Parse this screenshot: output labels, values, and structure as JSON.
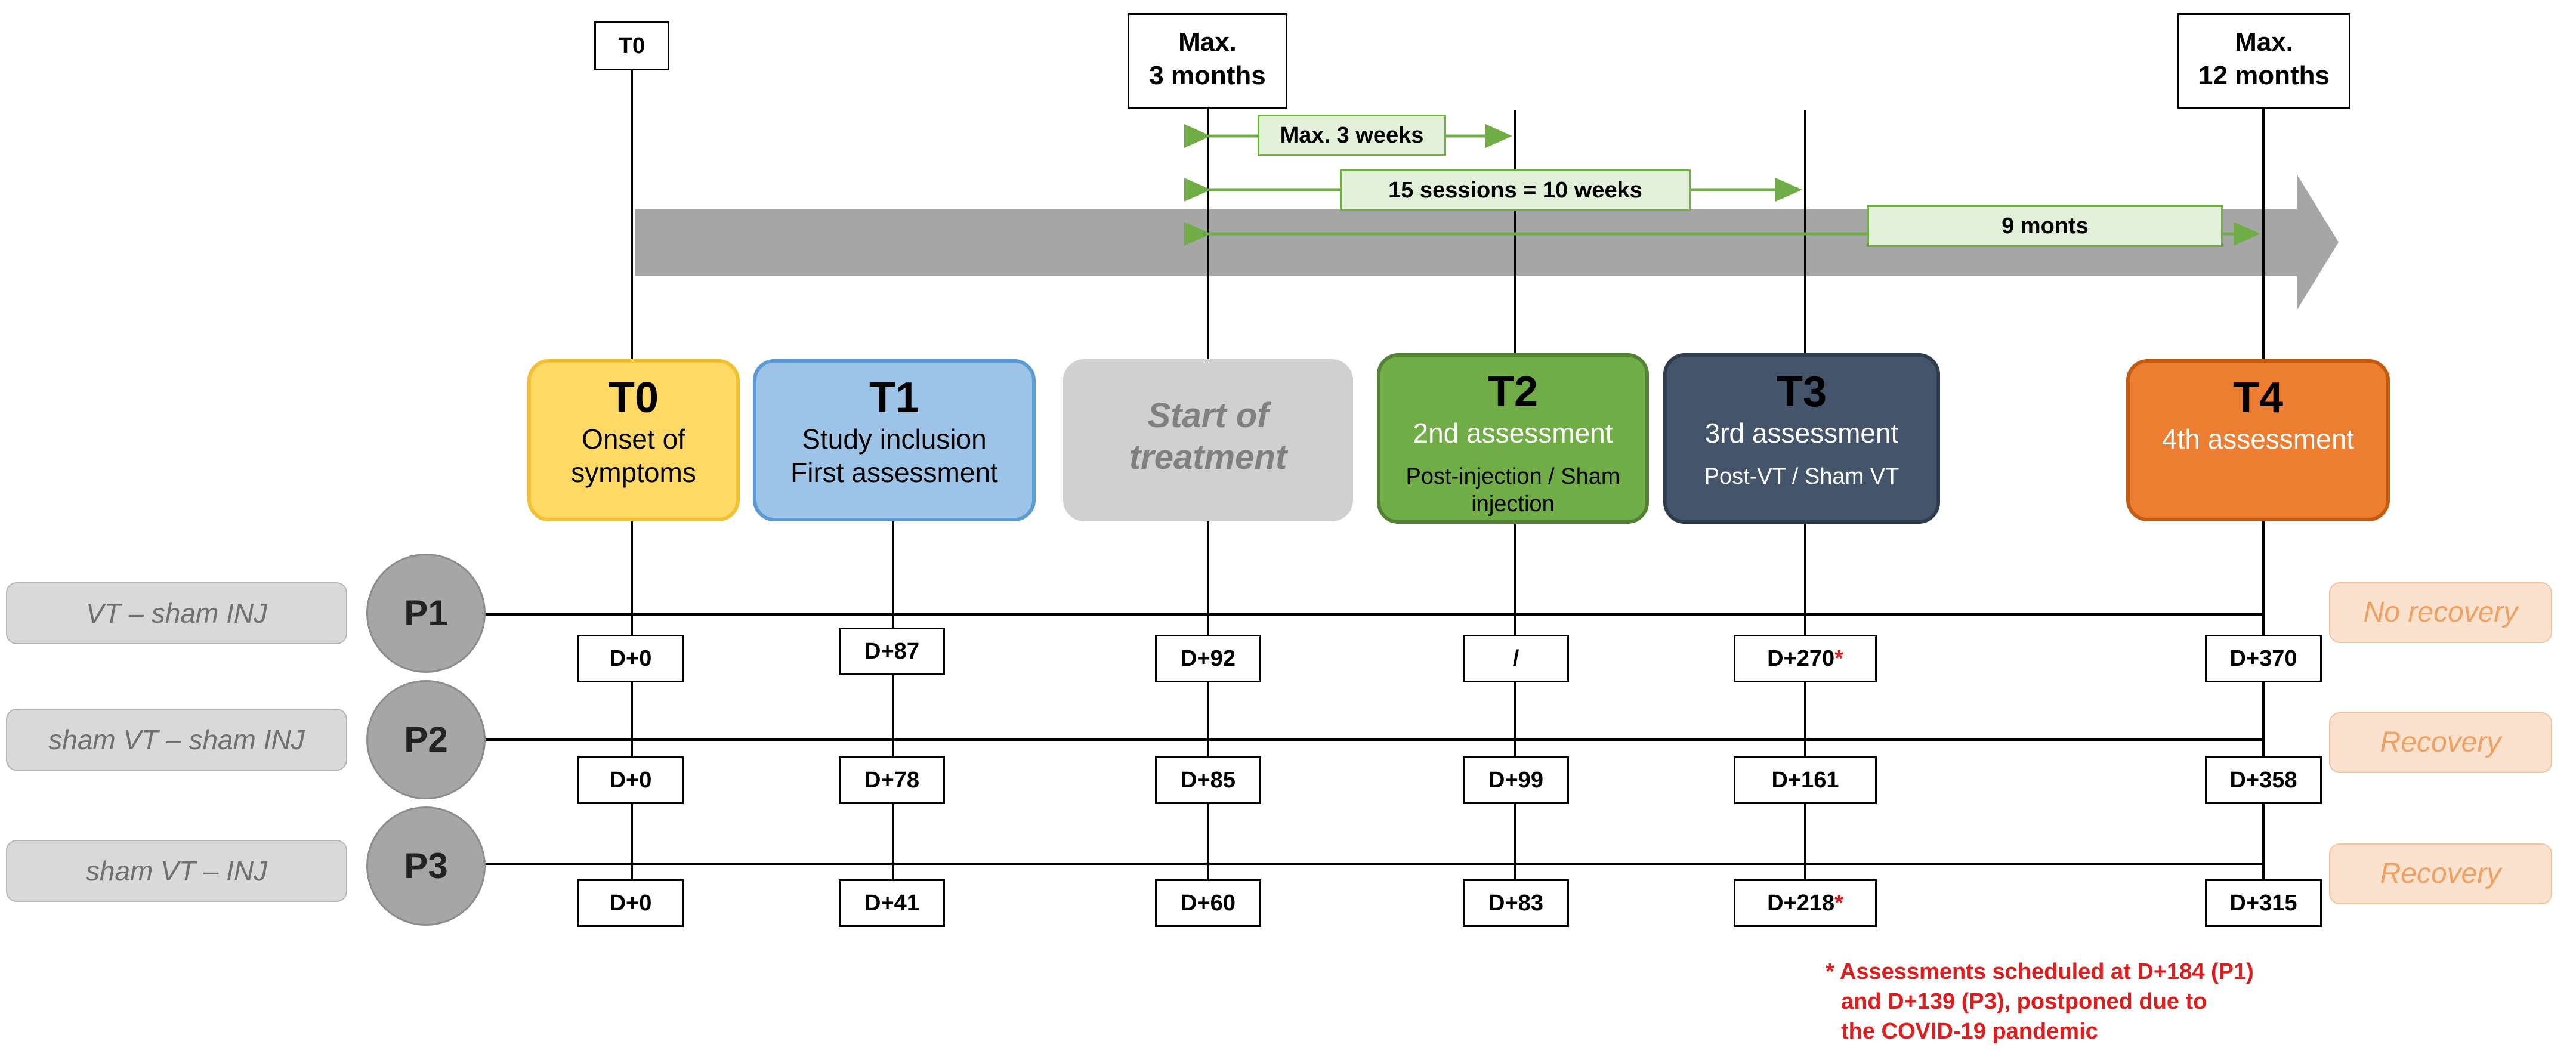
{
  "header_markers": {
    "t0": "T0",
    "max3_line1": "Max.",
    "max3_line2": "3 months",
    "max12_line1": "Max.",
    "max12_line2": "12 months"
  },
  "intervals": {
    "max3weeks": "Max. 3 weeks",
    "sessions": "15 sessions = 10 weeks",
    "nine": "9 monts"
  },
  "timepoints": {
    "t0": {
      "label": "T0",
      "line1": "Onset of",
      "line2": "symptoms",
      "fill": "#ffd966",
      "border": "#f2c030"
    },
    "t1": {
      "label": "T1",
      "line1": "Study inclusion",
      "line2": "First assessment",
      "fill": "#9dc3e6",
      "border": "#5b9bd5"
    },
    "start": {
      "line1": "Start of",
      "line2": "treatment",
      "fill": "#d0d0d0",
      "border": "#d0d0d0"
    },
    "t2": {
      "label": "T2",
      "line1": "2nd assessment",
      "line2": "Post-injection / Sham",
      "line3": "injection",
      "fill": "#70ad47",
      "border": "#548235"
    },
    "t3": {
      "label": "T3",
      "line1": "3rd assessment",
      "line2": "Post-VT / Sham VT",
      "fill": "#44546a",
      "border": "#2f3c4d"
    },
    "t4": {
      "label": "T4",
      "line1": "4th assessment",
      "fill": "#ed7d31",
      "border": "#c55a11"
    }
  },
  "patients": [
    {
      "id": "P1",
      "condition": "VT – sham INJ",
      "outcome": "No recovery",
      "days": {
        "t0": "D+0",
        "t1": "D+87",
        "start": "D+92",
        "t2": "/",
        "t3": "D+270",
        "t4": "D+370"
      },
      "t3_star": "*"
    },
    {
      "id": "P2",
      "condition": "sham VT – sham INJ",
      "outcome": "Recovery",
      "days": {
        "t0": "D+0",
        "t1": "D+78",
        "start": "D+85",
        "t2": "D+99",
        "t3": "D+161",
        "t4": "D+358"
      },
      "t3_star": ""
    },
    {
      "id": "P3",
      "condition": "sham VT – INJ",
      "outcome": "Recovery",
      "days": {
        "t0": "D+0",
        "t1": "D+41",
        "start": "D+60",
        "t2": "D+83",
        "t3": "D+218",
        "t4": "D+315"
      },
      "t3_star": "*"
    }
  ],
  "footnote": {
    "line1": "* Assessments scheduled at D+184 (P1)",
    "line2": "and D+139 (P3), postponed due to",
    "line3": "the COVID-19 pandemic"
  },
  "colors": {
    "arrow": "#a6a6a6",
    "interval_green": "#70ad47",
    "footnote_red": "#e01c1c"
  }
}
